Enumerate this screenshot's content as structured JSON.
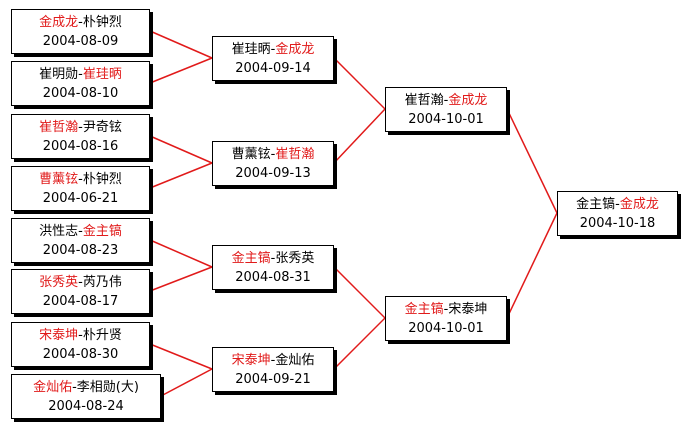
{
  "colors": {
    "winner": "#e11a1a",
    "connector": "#e11a1a",
    "border": "#000000"
  },
  "round1": [
    {
      "id": "r1m1",
      "p1": "金成龙",
      "p2": "朴钟烈",
      "winner": 1,
      "date": "2004-08-09"
    },
    {
      "id": "r1m2",
      "p1": "崔明勋",
      "p2": "崔珪昞",
      "winner": 2,
      "date": "2004-08-10"
    },
    {
      "id": "r1m3",
      "p1": "崔哲瀚",
      "p2": "尹奇铉",
      "winner": 1,
      "date": "2004-08-16"
    },
    {
      "id": "r1m4",
      "p1": "曹薰铉",
      "p2": "朴钟烈",
      "winner": 1,
      "date": "2004-06-21"
    },
    {
      "id": "r1m5",
      "p1": "洪性志",
      "p2": "金主镐",
      "winner": 2,
      "date": "2004-08-23"
    },
    {
      "id": "r1m6",
      "p1": "张秀英",
      "p2": "芮乃伟",
      "winner": 1,
      "date": "2004-08-17"
    },
    {
      "id": "r1m7",
      "p1": "宋泰坤",
      "p2": "朴升贤",
      "winner": 1,
      "date": "2004-08-30"
    },
    {
      "id": "r1m8",
      "p1": "金灿佑",
      "p2": "李相勋(大)",
      "winner": 1,
      "date": "2004-08-24"
    }
  ],
  "round2": [
    {
      "id": "r2m1",
      "p1": "崔珪昞",
      "p2": "金成龙",
      "winner": 2,
      "date": "2004-09-14"
    },
    {
      "id": "r2m2",
      "p1": "曹薰铉",
      "p2": "崔哲瀚",
      "winner": 2,
      "date": "2004-09-13"
    },
    {
      "id": "r2m3",
      "p1": "金主镐",
      "p2": "张秀英",
      "winner": 1,
      "date": "2004-08-31"
    },
    {
      "id": "r2m4",
      "p1": "宋泰坤",
      "p2": "金灿佑",
      "winner": 1,
      "date": "2004-09-21"
    }
  ],
  "round3": [
    {
      "id": "r3m1",
      "p1": "崔哲瀚",
      "p2": "金成龙",
      "winner": 2,
      "date": "2004-10-01"
    },
    {
      "id": "r3m2",
      "p1": "金主镐",
      "p2": "宋泰坤",
      "winner": 1,
      "date": "2004-10-01"
    }
  ],
  "final": [
    {
      "id": "r4m1",
      "p1": "金主镐",
      "p2": "金成龙",
      "winner": 2,
      "date": "2004-10-18"
    }
  ]
}
